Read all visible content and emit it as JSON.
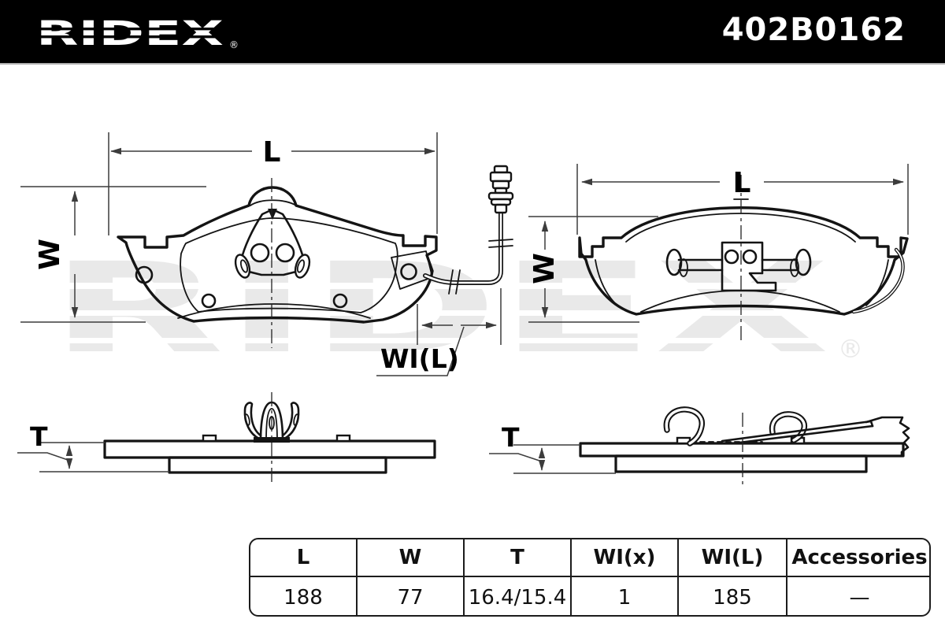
{
  "header": {
    "brand": "RIDEX",
    "registered_mark": "®",
    "part_number": "402B0162",
    "background": "#000000",
    "text_color": "#ffffff"
  },
  "watermark": {
    "text": "RIDEX",
    "registered_mark": "®",
    "color": "#e9e9e9"
  },
  "drawing": {
    "labels": {
      "length": "L",
      "width": "W",
      "thickness": "T",
      "wear_indicator_length": "WI(L)"
    },
    "line_color": "#141414",
    "dimension_color": "#3c3c3c"
  },
  "table": {
    "headers": [
      "L",
      "W",
      "T",
      "WI(x)",
      "WI(L)",
      "Accessories"
    ],
    "values": [
      "188",
      "77",
      "16.4/15.4",
      "1",
      "185",
      "—"
    ],
    "border_color": "#1c1c1c"
  }
}
